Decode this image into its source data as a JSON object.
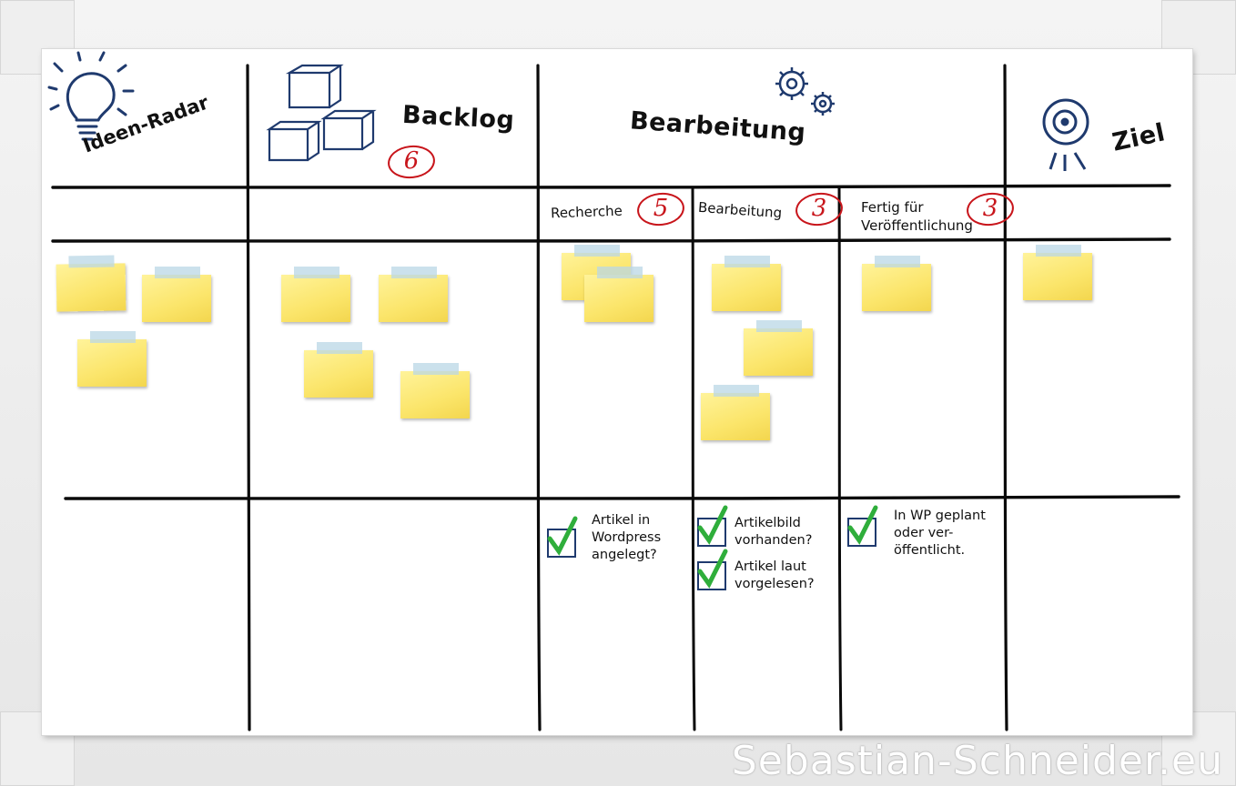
{
  "columns": {
    "ideen": {
      "title": "Ideen-Radar"
    },
    "backlog": {
      "title": "Backlog",
      "limit": "6"
    },
    "bearbeitung": {
      "title": "Bearbeitung"
    },
    "ziel": {
      "title": "Ziel"
    }
  },
  "subcolumns": {
    "recherche": {
      "label": "Recherche",
      "limit": "5"
    },
    "bearbeitung": {
      "label": "Bearbeitung",
      "limit": "3"
    },
    "fertig": {
      "label_line1": "Fertig für",
      "label_line2": "Veröffentlichung",
      "limit": "3"
    }
  },
  "definition_of_done": {
    "recherche": "Artikel in\nWordpress\nangelegt?",
    "bearbeitung_1": "Artikelbild\nvorhanden?",
    "bearbeitung_2": "Artikel laut\nvorgelesen?",
    "fertig": "In WP geplant\noder ver-\nöffentlicht."
  },
  "watermark": "Sebastian-Schneider.eu",
  "colors": {
    "icon_blue": "#1f3a6e",
    "limit_red": "#c8151b",
    "check_green": "#2fae3b",
    "note_yellow": "#fbe56a"
  },
  "icons": [
    "lightbulb-icon",
    "boxes-icon",
    "gears-icon",
    "target-icon",
    "checkbox-icon"
  ]
}
